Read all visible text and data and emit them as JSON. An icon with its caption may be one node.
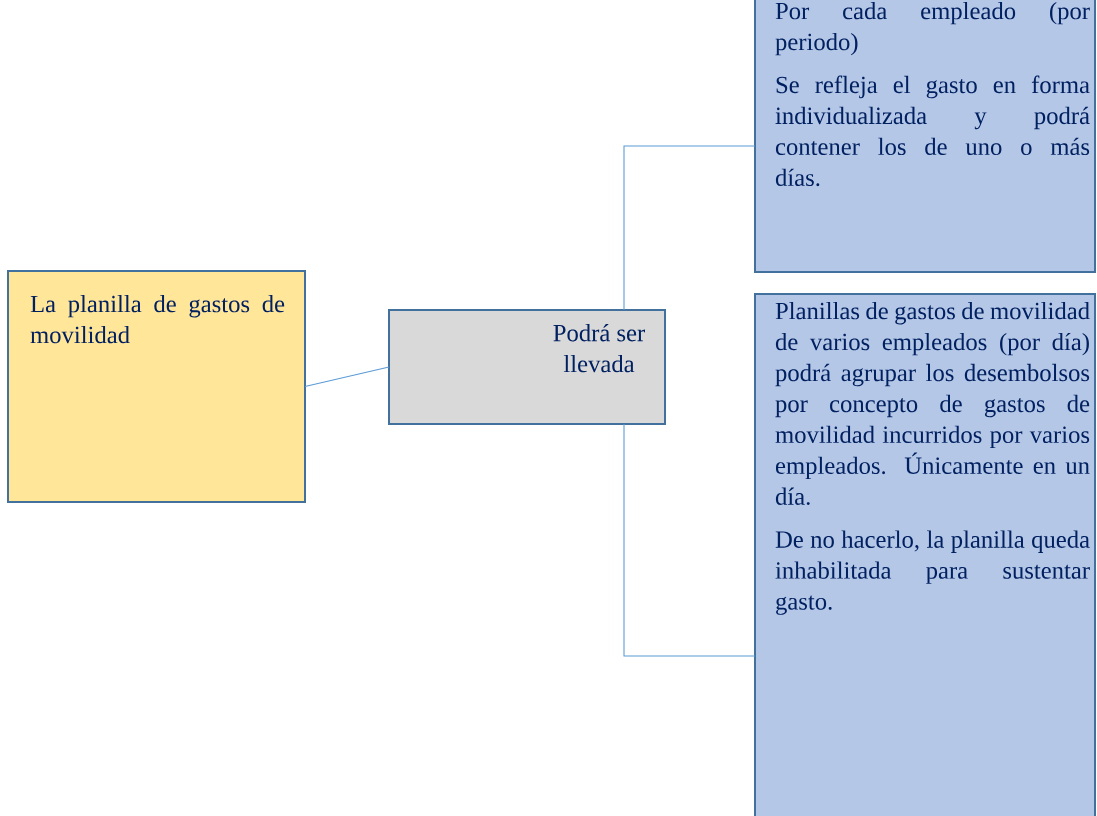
{
  "diagram": {
    "nodes": [
      {
        "text": [
          "La planilla de gastos de movilidad"
        ]
      },
      {
        "text": [
          "Podrá ser llevada"
        ]
      },
      {
        "text": [
          "Por cada empleado (por periodo)",
          "Se refleja el gasto en forma individualizada y podrá contener los de uno o más días."
        ]
      },
      {
        "text": [
          "Planillas de gastos de movilidad de varios empleados (por día) podrá agrupar los desembolsos por concepto de gastos de movilidad incurridos por varios empleados. Únicamente en un día.",
          "De no hacerlo, la planilla queda inhabilitada para sustentar gasto."
        ]
      }
    ],
    "edges": [
      {
        "from": 0,
        "to": 1,
        "arrow": "none"
      },
      {
        "from": 1,
        "to": 2,
        "arrow": "none"
      },
      {
        "from": 1,
        "to": 3,
        "arrow": "none"
      }
    ]
  }
}
